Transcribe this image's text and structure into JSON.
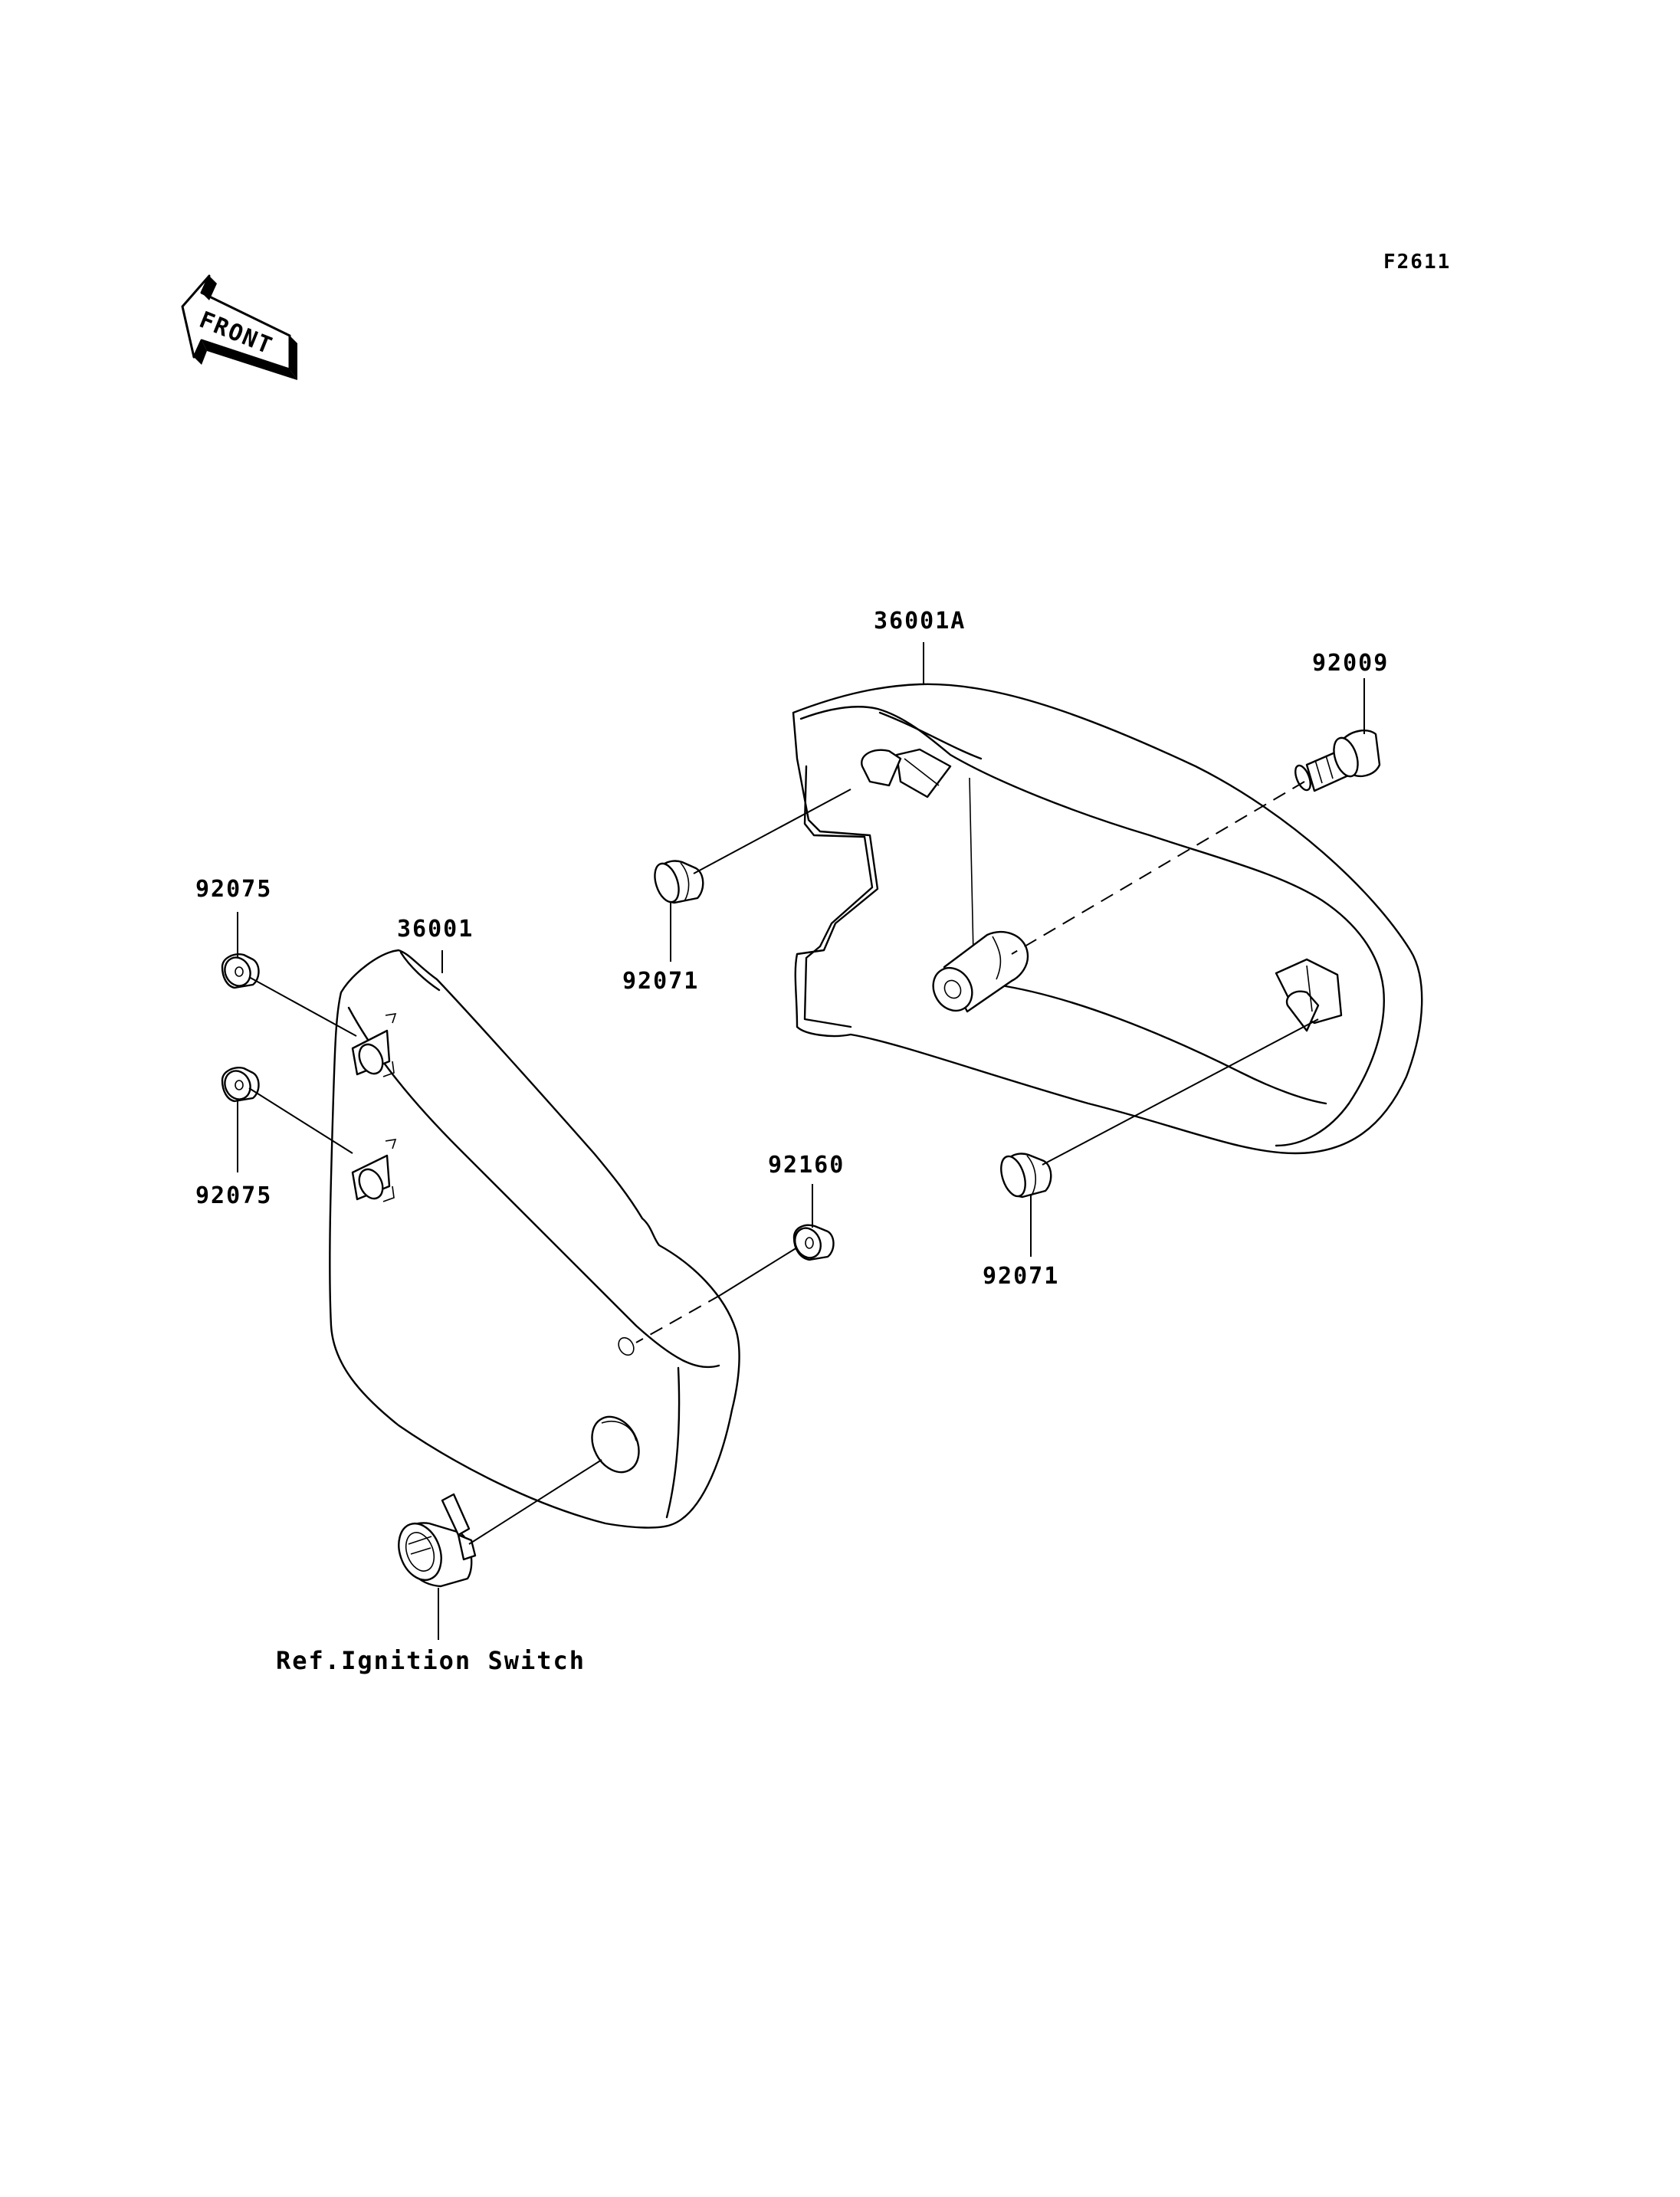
{
  "figure_code": "F2611",
  "front_arrow": {
    "label": "FRONT",
    "icon": "front-direction-arrow-icon"
  },
  "callouts": {
    "cover_right": "36001A",
    "bolt": "92009",
    "grommet_right_upper": "92071",
    "grommet_right_lower": "92071",
    "cover_left": "36001",
    "grommet_left_upper": "92075",
    "grommet_left_lower": "92075",
    "damper": "92160",
    "ignition_ref": "Ref.Ignition Switch"
  }
}
